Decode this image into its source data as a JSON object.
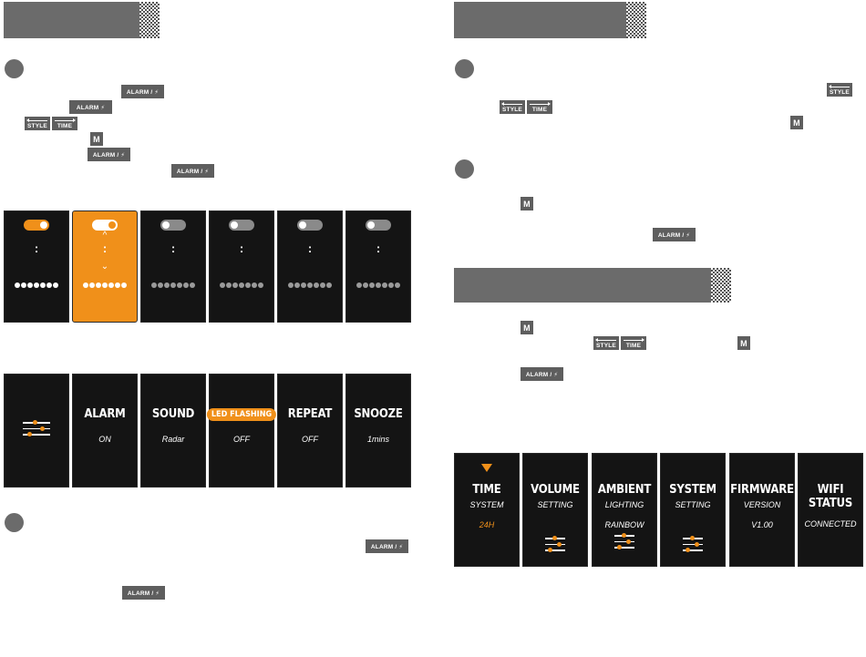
{
  "buttons": {
    "alarm": "ALARM / ⚡",
    "alarm_variant": "ALARM  ⚡",
    "style": "STYLE",
    "time": "TIME",
    "m": "M"
  },
  "alarm_screens": {
    "colon": ":",
    "up_caret": "^",
    "down_caret": "⌄",
    "dot_count": 7,
    "active_index": 1
  },
  "alarm_menu": [
    {
      "type": "icon",
      "icon": "sliders-icon"
    },
    {
      "title": "ALARM",
      "value": "ON"
    },
    {
      "title": "SOUND",
      "value": "Radar"
    },
    {
      "title": "LED FLASHING",
      "value": "OFF",
      "highlight": true
    },
    {
      "title": "REPEAT",
      "value": "OFF"
    },
    {
      "title": "SNOOZE",
      "value": "1mins"
    }
  ],
  "settings_menu": [
    {
      "title": "TIME",
      "sub": "SYSTEM",
      "value": "24H",
      "selected": true
    },
    {
      "title": "VOLUME",
      "sub": "SETTING",
      "icon": "sliders-icon"
    },
    {
      "title": "AMBIENT",
      "sub": "LIGHTING",
      "value": "RAINBOW",
      "icon": "sliders-icon"
    },
    {
      "title": "SYSTEM",
      "sub": "SETTING",
      "icon": "sliders-icon"
    },
    {
      "title": "FIRMWARE",
      "sub": "VERSION",
      "value": "V1.00"
    },
    {
      "title": "WIFI STATUS",
      "value": "CONNECTED"
    }
  ],
  "colors": {
    "accent": "#f0901a",
    "header": "#6b6b6b",
    "screen": "#141414"
  }
}
